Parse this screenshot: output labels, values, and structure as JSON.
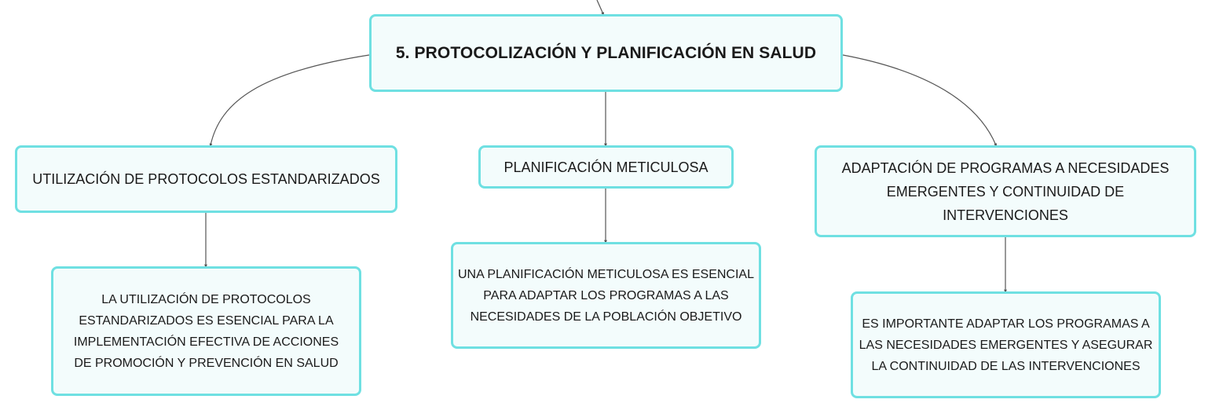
{
  "colors": {
    "node_border": "#6fe0e2",
    "node_fill": "#f3fcfc",
    "connector": "#555555",
    "text": "#1a1a1a"
  },
  "root": {
    "label": "5. PROTOCOLIZACIÓN Y PLANIFICACIÓN EN SALUD"
  },
  "branches": [
    {
      "label": "UTILIZACIÓN DE PROTOCOLOS ESTANDARIZADOS",
      "detail": "LA UTILIZACIÓN DE PROTOCOLOS ESTANDARIZADOS ES ESENCIAL PARA LA IMPLEMENTACIÓN EFECTIVA DE ACCIONES DE PROMOCIÓN Y PREVENCIÓN EN SALUD"
    },
    {
      "label": "PLANIFICACIÓN METICULOSA",
      "detail": "UNA PLANIFICACIÓN METICULOSA ES ESENCIAL PARA ADAPTAR LOS PROGRAMAS A LAS NECESIDADES DE LA POBLACIÓN OBJETIVO"
    },
    {
      "label": "ADAPTACIÓN DE PROGRAMAS A NECESIDADES EMERGENTES Y CONTINUIDAD DE INTERVENCIONES",
      "detail": "ES IMPORTANTE ADAPTAR LOS PROGRAMAS A LAS NECESIDADES EMERGENTES Y ASEGURAR LA CONTINUIDAD DE LAS INTERVENCIONES"
    }
  ]
}
